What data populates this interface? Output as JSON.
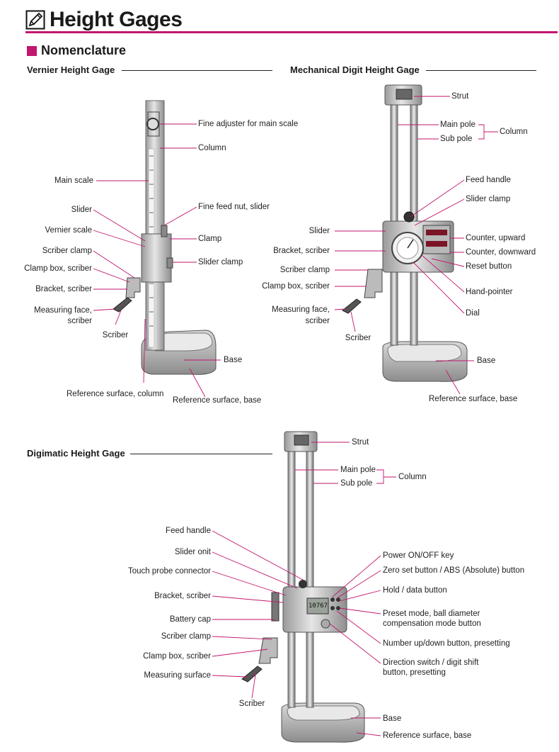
{
  "header": {
    "title": "Height Gages",
    "icon": "pencil-icon",
    "accent_color": "#c2166f"
  },
  "section": {
    "title": "Nomenclature"
  },
  "vernier": {
    "title": "Vernier Height Gage",
    "labels": {
      "fine_adjuster": "Fine adjuster for main scale",
      "column": "Column",
      "main_scale": "Main scale",
      "slider": "Slider",
      "fine_feed_nut": "Fine feed nut, slider",
      "vernier_scale": "Vernier scale",
      "clamp": "Clamp",
      "scriber_clamp": "Scriber clamp",
      "slider_clamp": "Slider clamp",
      "clamp_box": "Clamp box, scriber",
      "bracket": "Bracket, scriber",
      "measuring_face_1": "Measuring face,",
      "measuring_face_2": "scriber",
      "scriber": "Scriber",
      "base": "Base",
      "ref_column": "Reference surface, column",
      "ref_base": "Reference surface, base"
    }
  },
  "mechanical": {
    "title": "Mechanical Digit Height Gage",
    "labels": {
      "strut": "Strut",
      "main_pole": "Main pole",
      "sub_pole": "Sub pole",
      "column": "Column",
      "feed_handle": "Feed handle",
      "slider_clamp": "Slider clamp",
      "slider": "Slider",
      "counter_up": "Counter, upward",
      "bracket": "Bracket, scriber",
      "counter_down": "Counter, downward",
      "reset": "Reset button",
      "scriber_clamp": "Scriber clamp",
      "clamp_box": "Clamp box, scriber",
      "hand_pointer": "Hand-pointer",
      "measuring_face_1": "Measuring face,",
      "measuring_face_2": "scriber",
      "dial": "Dial",
      "scriber": "Scriber",
      "base": "Base",
      "ref_base": "Reference surface, base"
    }
  },
  "digimatic": {
    "title": "Digimatic Height Gage",
    "display_reading": "10767",
    "labels": {
      "strut": "Strut",
      "main_pole": "Main pole",
      "sub_pole": "Sub pole",
      "column": "Column",
      "feed_handle": "Feed handle",
      "slider_onit": "Slider onit",
      "touch_probe": "Touch probe connector",
      "bracket": "Bracket, scriber",
      "battery_cap": "Battery cap",
      "scriber_clamp": "Scriber clamp",
      "clamp_box": "Clamp box, scriber",
      "measuring_surface": "Measuring surface",
      "scriber": "Scriber",
      "power": "Power ON/OFF key",
      "zero_set": "Zero set button / ABS (Absolute) button",
      "hold": "Hold / data button",
      "preset_1": "Preset mode, ball diameter",
      "preset_2": "compensation mode button",
      "number": "Number up/down button, presetting",
      "direction_1": "Direction switch / digit shift",
      "direction_2": "button, presetting",
      "base": "Base",
      "ref_base": "Reference surface, base"
    }
  }
}
